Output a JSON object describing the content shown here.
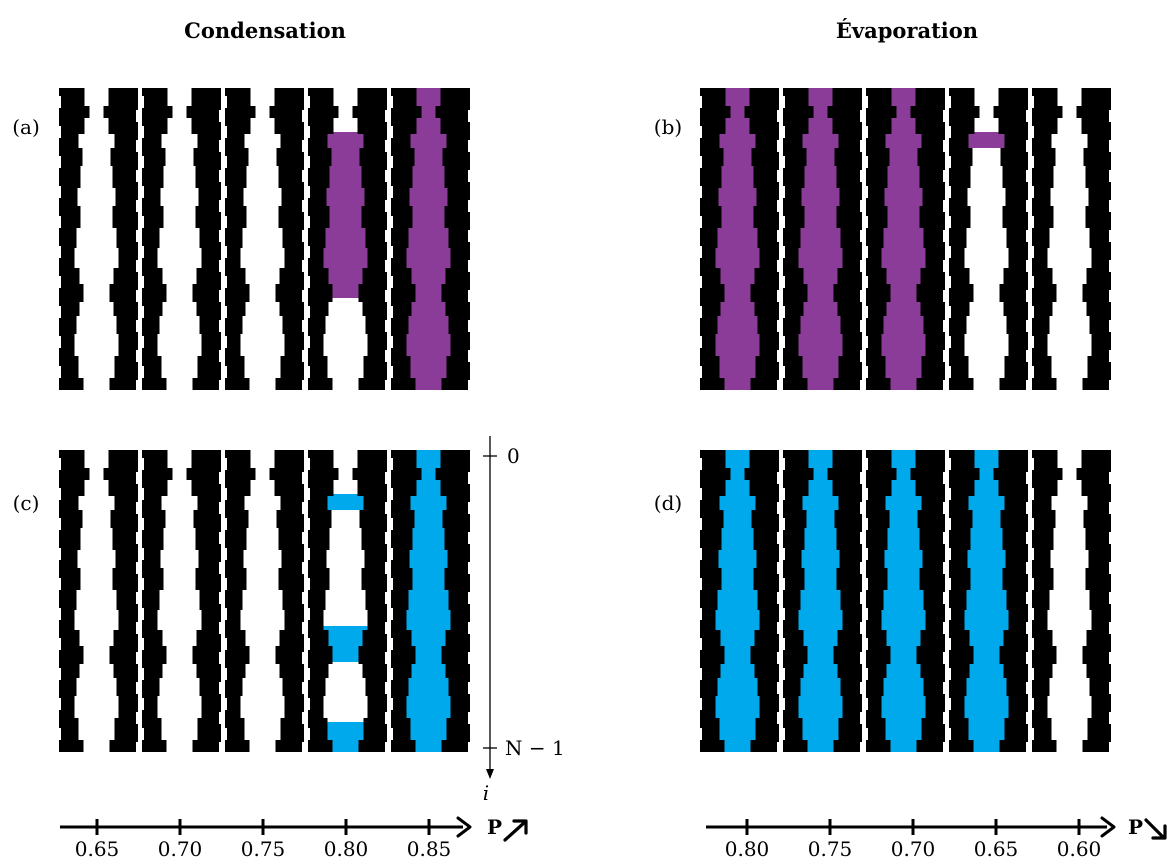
{
  "titles": {
    "condensation": "Condensation",
    "evaporation": "Évaporation"
  },
  "panels": [
    {
      "label": "(a)",
      "fill_color": "#8b3c98",
      "filled": [
        0,
        0,
        0,
        "partial-top",
        1
      ]
    },
    {
      "label": "(b)",
      "fill_color": "#8b3c98",
      "filled": [
        1,
        1,
        1,
        "partial-small",
        0
      ]
    },
    {
      "label": "(c)",
      "fill_color": "#00a8ec",
      "filled": [
        0,
        0,
        0,
        "partial-mixed",
        1
      ]
    },
    {
      "label": "(d)",
      "fill_color": "#00a8ec",
      "filled": [
        1,
        1,
        1,
        1,
        0
      ]
    }
  ],
  "pressure_axis_left": {
    "ticks": [
      "0.65",
      "0.70",
      "0.75",
      "0.80",
      "0.85"
    ],
    "label": "P",
    "arrow": "up-right"
  },
  "pressure_axis_right": {
    "ticks": [
      "0.80",
      "0.75",
      "0.70",
      "0.65",
      "0.60"
    ],
    "label": "P",
    "arrow": "down-right"
  },
  "index_axis": {
    "top_label": "0",
    "bottom_label": "N − 1",
    "var_label": "i"
  },
  "colors": {
    "wall": "#000000",
    "pore_empty": "#ffffff",
    "purple": "#8b3c98",
    "blue": "#00a8ec"
  }
}
